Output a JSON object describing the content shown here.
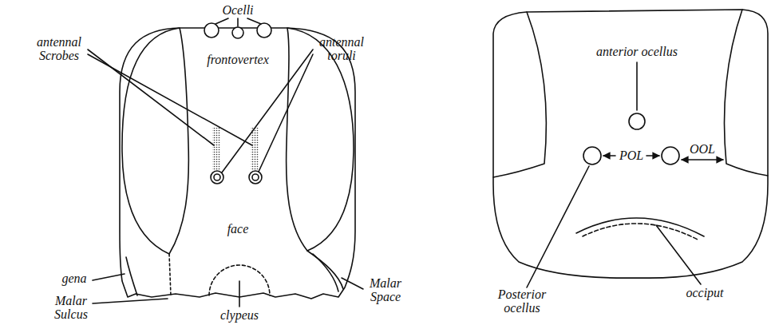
{
  "diagram": {
    "labels": [
      "Ocelli",
      "antennal Scrobes",
      "antennal toruli",
      "frontovertex",
      "face",
      "gena",
      "Malar Sulcus",
      "Malar Space",
      "clypeus",
      "anterior ocellus",
      "POL",
      "OOL",
      "Posterior ocellus",
      "occiput"
    ]
  }
}
